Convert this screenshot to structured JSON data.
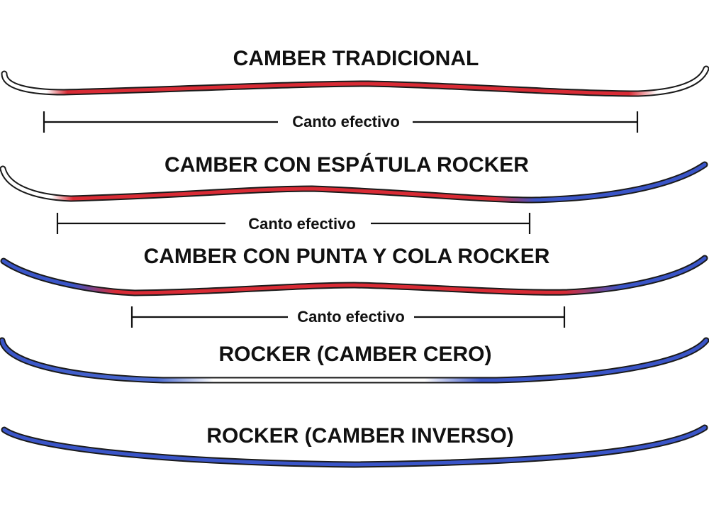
{
  "colors": {
    "camber": "#d92b35",
    "rocker": "#3a55c8",
    "outline": "#1a1a1a",
    "text": "#111111",
    "neutral": "#ffffff"
  },
  "profiles": [
    {
      "title": "CAMBER TRADICIONAL",
      "edge_label": "Canto efectivo",
      "tip_zone": "neutral",
      "body_zone": "camber",
      "tail_zone": "neutral"
    },
    {
      "title": "CAMBER CON ESPÁTULA ROCKER",
      "edge_label": "Canto efectivo",
      "tip_zone": "neutral",
      "body_zone": "camber",
      "tail_zone": "rocker"
    },
    {
      "title": "CAMBER CON PUNTA Y COLA ROCKER",
      "edge_label": "Canto efectivo",
      "tip_zone": "rocker",
      "body_zone": "camber",
      "tail_zone": "rocker"
    },
    {
      "title": "ROCKER (CAMBER CERO)",
      "tip_zone": "rocker",
      "body_zone": "neutral",
      "tail_zone": "rocker"
    },
    {
      "title": "ROCKER (CAMBER INVERSO)",
      "tip_zone": "rocker",
      "body_zone": "rocker",
      "tail_zone": "rocker"
    }
  ]
}
